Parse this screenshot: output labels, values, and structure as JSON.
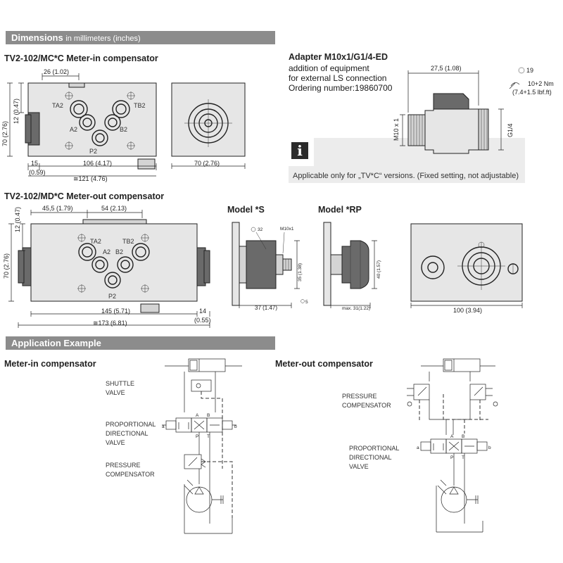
{
  "header_dimensions": {
    "title": "Dimensions",
    "subtitle": "in millimeters (inches)"
  },
  "meter_in_comp": {
    "title": "TV2-102/MC*C Meter-in compensator",
    "dims": {
      "top": "26 (1.02)",
      "side_outer": "70 (2.76)",
      "side_inner": "12 (0.47)",
      "left": "15",
      "left_inch": "(0.59)",
      "body": "106 (4.17)",
      "total": "≅121 (4.76)",
      "side_view": "70 (2.76)"
    },
    "ports": {
      "ta2": "TA2",
      "tb2": "TB2",
      "a2": "A2",
      "b2": "B2",
      "p2": "P2"
    }
  },
  "adapter": {
    "title": "Adapter M10x1/G1/4-ED",
    "line1": "addition of equipment",
    "line2": "for external LS connection",
    "line3": "Ordering number:19860700",
    "dim_length": "27,5 (1.08)",
    "dim_hex": "19",
    "torque": "10+2 Nm",
    "torque_imp": "(7.4+1.5 lbf.ft)",
    "thread_left": "M10 x 1",
    "thread_right": "G1/4"
  },
  "note": {
    "icon": "i",
    "text": "Applicable only for „TV*C“ versions. (Fixed setting, not adjustable)"
  },
  "meter_out_comp": {
    "title": "TV2-102/MD*C Meter-out compensator",
    "dims": {
      "top_left": "45,5 (1.79)",
      "top_mid": "54 (2.13)",
      "side_outer": "70 (2.76)",
      "side_inner": "12 (0.47)",
      "body": "145 (5.71)",
      "right": "14",
      "right_inch": "(0.55)",
      "total": "≅173 (6.81)",
      "side_view": "100 (3.94)"
    },
    "ports": {
      "ta2": "TA2",
      "tb2": "TB2",
      "a2": "A2",
      "b2": "B2",
      "p2": "P2"
    }
  },
  "model_s": {
    "title": "Model *S",
    "hex": "32",
    "thread": "M10x1",
    "dia": "35 (1.38)",
    "hex2": "5",
    "dim": "37 (1.47)"
  },
  "model_rp": {
    "title": "Model *RP",
    "dia": "40 (1.57)",
    "dim": "max. 31(1.22)"
  },
  "header_app": {
    "title": "Application Example"
  },
  "app_meter_in": {
    "title": "Meter-in compensator",
    "shuttle": [
      "SHUTTLE",
      "VALVE"
    ],
    "prop": [
      "PROPORTIONAL",
      "DIRECTIONAL",
      "VALVE"
    ],
    "pressure": [
      "PRESSURE",
      "COMPENSATOR"
    ]
  },
  "app_meter_out": {
    "title": "Meter-out compensator",
    "pressure": [
      "PRESSURE",
      "COMPENSATOR"
    ],
    "prop": [
      "PROPORTIONAL",
      "DIRECTIONAL",
      "VALVE"
    ]
  },
  "valve_ports": {
    "a": "A",
    "b": "B",
    "p": "P",
    "t": "T",
    "sol_a": "a",
    "sol_b": "b"
  }
}
